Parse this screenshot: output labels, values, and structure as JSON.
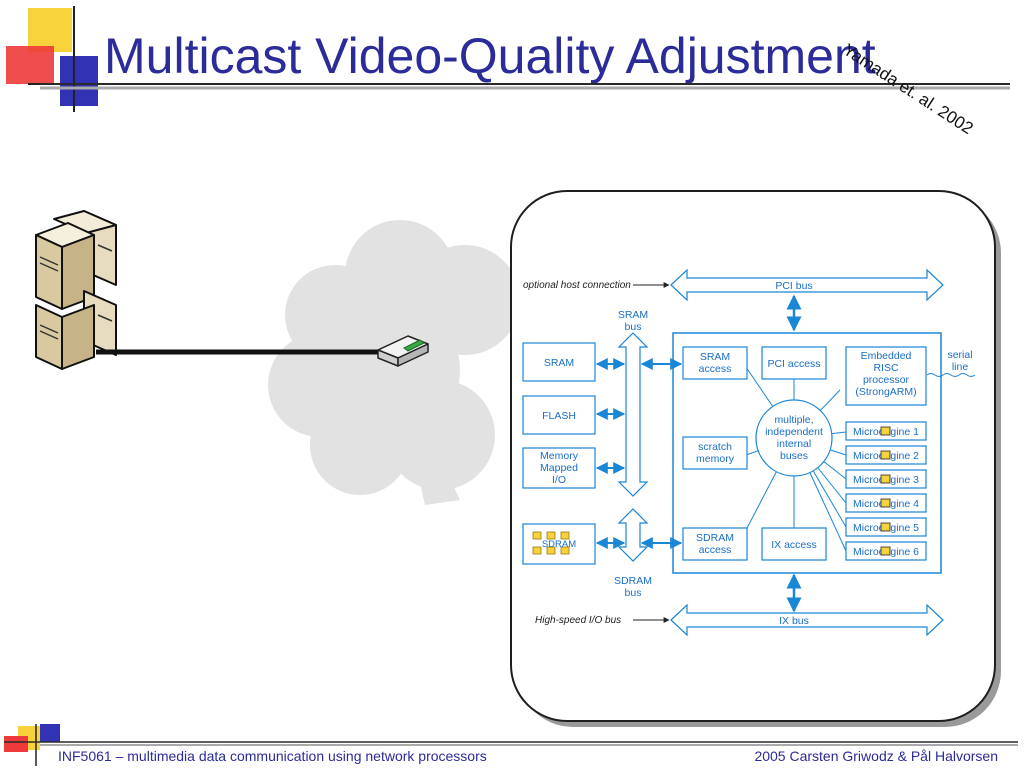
{
  "slide": {
    "title": "Multicast Video-Quality Adjustment",
    "citation": "Yamada et. al. 2002",
    "footer_left": "INF5061 – multimedia data communication using network processors",
    "footer_right": "2005 Carsten Griwodz & Pål Halvorsen"
  },
  "colors": {
    "title": "#2b2b9a",
    "block_stroke": "#1a86d6",
    "block_text": "#1a6fc6",
    "cloud": "#e2e2e2",
    "accent_yellow": "#f8d23a",
    "accent_red": "#ee3a3a",
    "accent_blue": "#3232b4"
  },
  "icons": {
    "server": "server-tower-icon",
    "router": "router-icon",
    "cloud": "network-cloud-icon"
  },
  "diagram": {
    "optional_host_connection": "optional host connection",
    "high_speed_io_bus": "High-speed I/O bus",
    "pci_bus": "PCI bus",
    "ix_bus": "IX bus",
    "sram_bus_1": "SRAM",
    "sram_bus_2": "bus",
    "sdram_bus_1": "SDRAM",
    "sdram_bus_2": "bus",
    "sram": "SRAM",
    "flash": "FLASH",
    "mmio_1": "Memory",
    "mmio_2": "Mapped",
    "mmio_3": "I/O",
    "sdram": "SDRAM",
    "sram_access_1": "SRAM",
    "sram_access_2": "access",
    "pci_access": "PCI access",
    "scratch_1": "scratch",
    "scratch_2": "memory",
    "sdram_access_1": "SDRAM",
    "sdram_access_2": "access",
    "ix_access": "IX access",
    "risc_1": "Embedded",
    "risc_2": "RISC",
    "risc_3": "processor",
    "risc_4": "(StrongARM)",
    "serial_1": "serial",
    "serial_2": "line",
    "hub_1": "multiple,",
    "hub_2": "independent",
    "hub_3": "internal",
    "hub_4": "buses",
    "microengines": [
      "Microengine 1",
      "Microengine 2",
      "Microengine 3",
      "Microengine 4",
      "Microengine 5",
      "Microengine 6"
    ]
  }
}
